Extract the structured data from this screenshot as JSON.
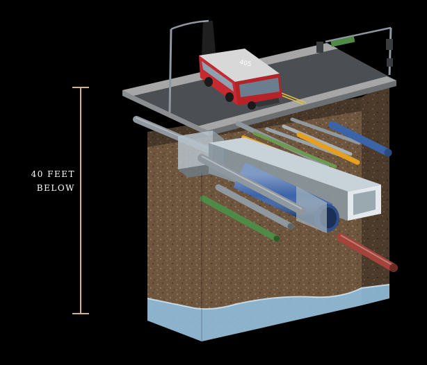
{
  "depth_label": {
    "line1": "40 FEET",
    "line2": "BELOW"
  },
  "bus": {
    "route_number": "405"
  },
  "colors": {
    "background": "#000000",
    "soil": "#6b523c",
    "soil_dark": "#3e2d20",
    "road": "#4b4e52",
    "sidewalk": "#a6a6a6",
    "groundwater": "#8fbcdc",
    "bus_body": "#c42a2f",
    "bracket": "#d7b488",
    "pipe_blue": "#3b63a8",
    "pipe_gray": "#8f979f",
    "pipe_yellow": "#e5a020",
    "pipe_green": "#4f8a46",
    "pipe_red": "#a3433a",
    "duct": "#b7c4cc"
  }
}
